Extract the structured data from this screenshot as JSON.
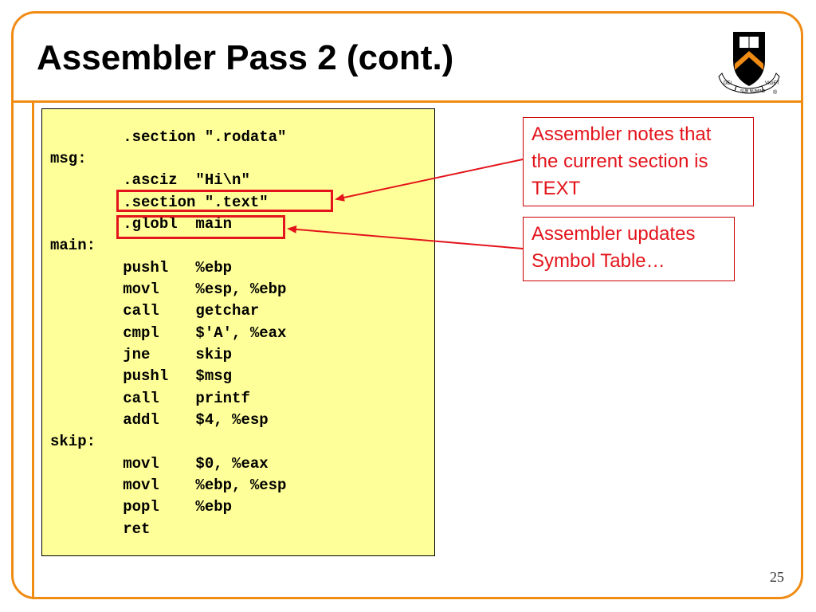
{
  "slide": {
    "title": "Assembler Pass 2 (cont.)",
    "page_number": "25"
  },
  "logo": {
    "motto_left": "DEI",
    "motto_center": "SUB NUMINE",
    "motto_right": "VIGET",
    "mark": "®"
  },
  "code": {
    "lines": [
      "        .section \".rodata\"",
      "msg:",
      "        .asciz  \"Hi\\n\"",
      "        .section \".text\"",
      "        .globl  main",
      "main:",
      "        pushl   %ebp",
      "        movl    %esp, %ebp",
      "        call    getchar",
      "        cmpl    $'A', %eax",
      "        jne     skip",
      "        pushl   $msg",
      "        call    printf",
      "        addl    $4, %esp",
      "skip:",
      "        movl    $0, %eax",
      "        movl    %ebp, %esp",
      "        popl    %ebp",
      "        ret"
    ]
  },
  "notes": {
    "note1": {
      "line1": "Assembler notes that",
      "line2": "the current section is",
      "line3": "TEXT"
    },
    "note2": {
      "line1": "Assembler updates",
      "line2": "Symbol Table…"
    }
  },
  "colors": {
    "accent_orange": "#f08c14",
    "annotation_red": "#e3141b",
    "code_background": "#ffff99"
  }
}
